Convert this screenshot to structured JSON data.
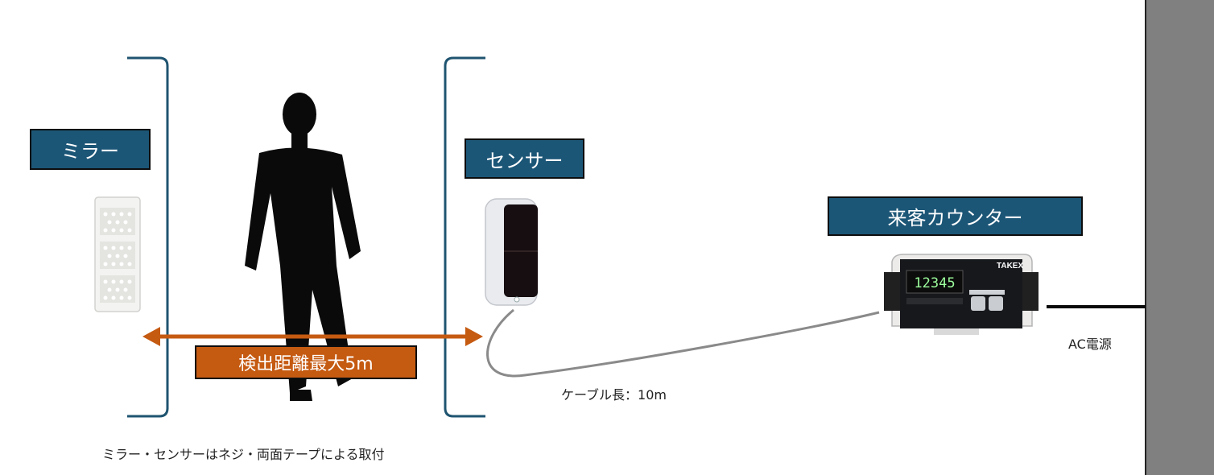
{
  "labels": {
    "mirror": "ミラー",
    "sensor": "センサー",
    "counter": "来客カウンター",
    "distance": "検出距離最大5m",
    "cable": "ケーブル長：10m",
    "power": "AC電源",
    "mounting_note": "ミラー・センサーはネジ・両面テープによる取付"
  },
  "device": {
    "brand": "TAKEX",
    "display_value": "12345"
  },
  "colors": {
    "label_bg": "#1c5677",
    "distance_accent": "#c55a11",
    "bracket": "#1f5470",
    "cable": "#8a8a8a",
    "wall": "#808080"
  }
}
